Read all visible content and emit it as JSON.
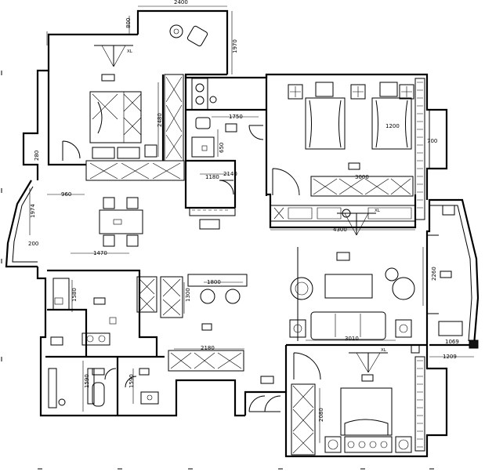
{
  "dimensions": {
    "balcony_width": "2400",
    "balcony_top": "800",
    "balcony_depth": "1970",
    "living_height": "2480",
    "bath_w": "1750",
    "bath_h": "650",
    "corridor_w": "1180",
    "corridor_w2": "2140",
    "bed_wardrobe": "3000",
    "bed_bedspread": "1200",
    "bay_700": "700",
    "left_280": "280",
    "dining_960": "960",
    "left_1974": "1974",
    "left_200": "200",
    "dining_1470": "1470",
    "living_4300": "4300",
    "bar_1800": "1800",
    "kitchen_1580": "1580",
    "stair_1300": "1300",
    "right_2260": "2260",
    "right_1069": "1069",
    "right_1209": "1209",
    "sofa_3010": "3010",
    "hall_2180": "2180",
    "wc_1590": "1590",
    "wc2_1590": "1590",
    "bed2_2080": "2080"
  },
  "marks": {
    "ac_top": "XL",
    "ac_mid": "XL",
    "ac_bottom": "XL"
  },
  "colors": {
    "line": "#000000",
    "background": "#ffffff"
  }
}
